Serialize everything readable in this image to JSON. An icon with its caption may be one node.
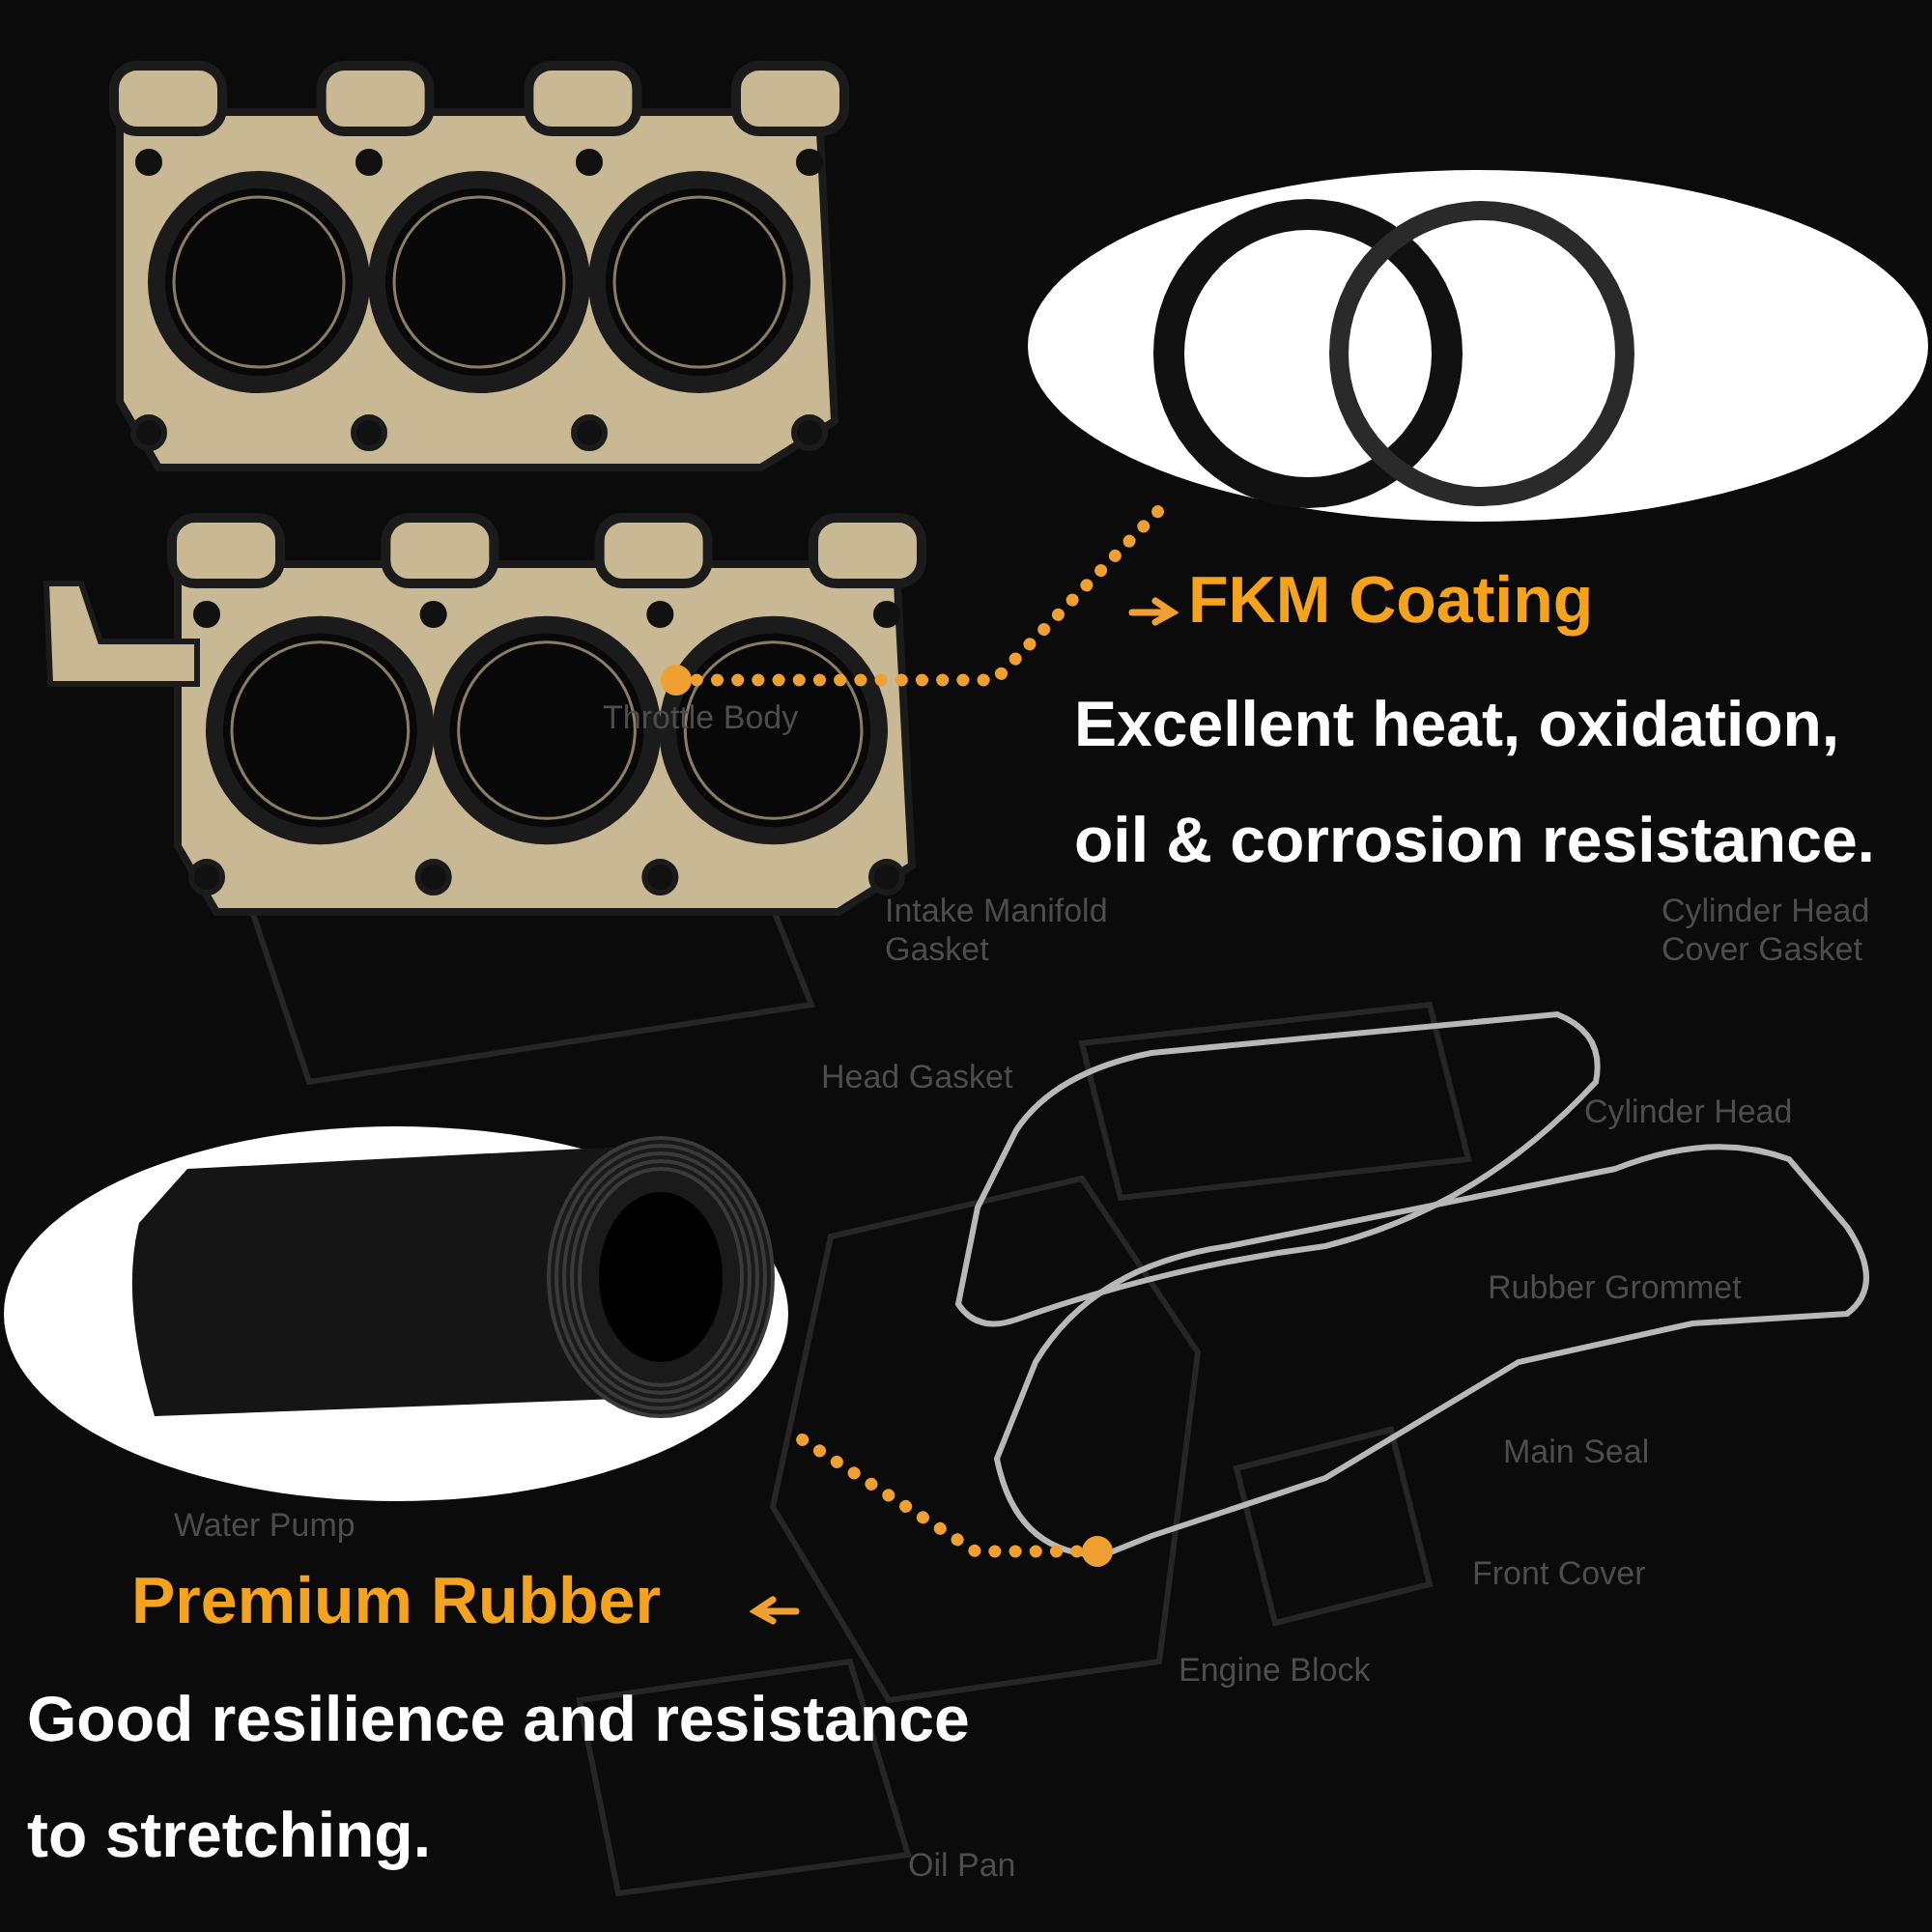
{
  "diagram": {
    "nodes": [
      {
        "text": [],
        "shape": "picture"
      },
      {
        "text": [],
        "shape": "picture"
      },
      {
        "text": [],
        "shape": "picture"
      },
      {
        "text": [],
        "shape": "picture"
      },
      {
        "text": [],
        "shape": "picture"
      }
    ],
    "edges": [
      {
        "from": 2,
        "to": 0,
        "arrow": "other"
      },
      {
        "from": 4,
        "to": 3,
        "arrow": "other"
      }
    ],
    "labels": [
      "FKM Coating",
      "Throttle Body",
      "Excellent heat, oxidation, oil & corrosion resistance.",
      "Intake Manifold Gasket",
      "Cylinder Head Cover Gasket",
      "Head Gasket",
      "Cylinder Head",
      "Rubber Grommet",
      "Main Seal",
      "Water Pump",
      "Front Cover",
      "Premium Rubber",
      "Engine Block",
      "Good resilience and resistance to stretching.",
      "Oil Pan"
    ]
  }
}
